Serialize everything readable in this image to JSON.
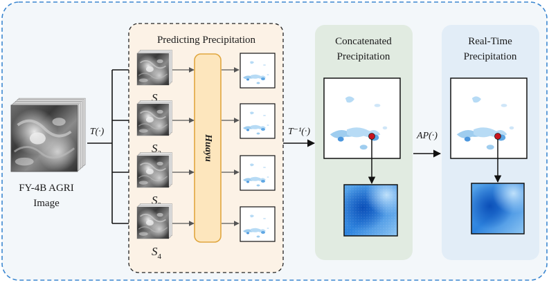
{
  "input": {
    "line1": "FY-4B AGRI",
    "line2": "Image",
    "stack_count": 8
  },
  "transform_label": "T(·)",
  "predicting": {
    "title": "Predicting Precipitation",
    "model_label": "Huayu",
    "subsets": [
      "S1",
      "S2",
      "S3",
      "S4"
    ]
  },
  "inverse_label": "T⁻¹(·)",
  "concatenated": {
    "title_line1": "Concatenated",
    "title_line2": "Precipitation"
  },
  "ap_label": "AP(·)",
  "realtime": {
    "title_line1": "Real-Time",
    "title_line2": "Precipitation"
  },
  "colors": {
    "outer_border": "#3a86d0",
    "outer_fill": "#f3f7fa",
    "predict_fill": "#fcf2e6",
    "concat_fill": "#e1ebe1",
    "realtime_fill": "#e2edf7",
    "huayu_fill": "#fde6bd",
    "huayu_stroke": "#e0a63e",
    "marker": "#c8141e",
    "rain": "#8ec3ea",
    "heat_dark": "#0b5fc7"
  }
}
